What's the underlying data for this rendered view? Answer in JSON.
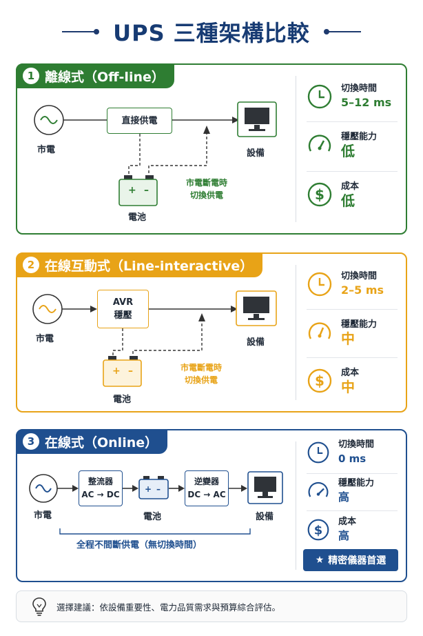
{
  "title": "UPS 三種架構比較",
  "colors": {
    "green": "#2e7d32",
    "orange": "#e8a317",
    "blue": "#1f4f8f",
    "navy": "#173b73"
  },
  "cards": [
    {
      "num": "1",
      "name": "離線式（Off-line）",
      "source_label": "市電",
      "box1": "直接供電",
      "device_label": "設備",
      "battery_label": "電池",
      "note": "市電斷電時\n切換供電",
      "stats": [
        {
          "icon": "clock-icon",
          "label": "切換時間",
          "value": "5–12 ms"
        },
        {
          "icon": "gauge-icon",
          "label": "穩壓能力",
          "value": "低"
        },
        {
          "icon": "dollar-icon",
          "label": "成本",
          "value": "低"
        }
      ]
    },
    {
      "num": "2",
      "name": "在線互動式（Line-interactive）",
      "source_label": "市電",
      "box1_line1": "AVR",
      "box1_line2": "穩壓",
      "device_label": "設備",
      "battery_label": "電池",
      "note": "市電斷電時\n切換供電",
      "stats": [
        {
          "icon": "clock-icon",
          "label": "切換時間",
          "value": "2–5 ms"
        },
        {
          "icon": "gauge-icon",
          "label": "穩壓能力",
          "value": "中"
        },
        {
          "icon": "dollar-icon",
          "label": "成本",
          "value": "中"
        }
      ]
    },
    {
      "num": "3",
      "name": "在線式（Online）",
      "source_label": "市電",
      "rect_line1": "整流器",
      "rect_line2": "AC → DC",
      "battery_label": "電池",
      "inv_line1": "逆變器",
      "inv_line2": "DC → AC",
      "device_label": "設備",
      "note": "全程不間斷供電（無切換時間）",
      "stats": [
        {
          "icon": "clock-icon",
          "label": "切換時間",
          "value": "0 ms"
        },
        {
          "icon": "gauge-icon",
          "label": "穩壓能力",
          "value": "高"
        },
        {
          "icon": "dollar-icon",
          "label": "成本",
          "value": "高"
        }
      ],
      "badge": "精密儀器首選"
    }
  ],
  "tip": "選擇建議：依設備重要性、電力品質需求與預算綜合評估。"
}
